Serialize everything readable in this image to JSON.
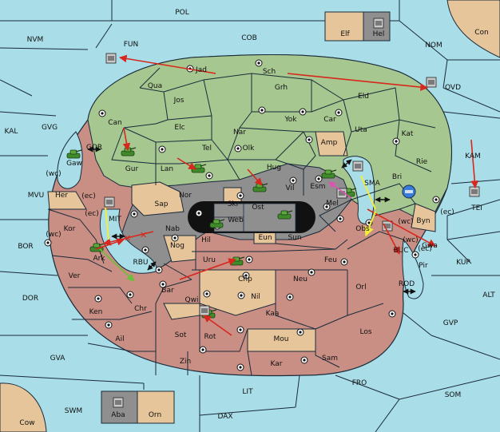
{
  "colors": {
    "water": "#a9dde8",
    "green": "#a7c790",
    "tan": "#e7c59a",
    "rose": "#c98f84",
    "grey": "#8f8f8f",
    "border": "#1a2a3a",
    "arrow": "#d8271c"
  },
  "territories": {
    "pol": "POL",
    "cob": "COB",
    "nom": "NOM",
    "nvm": "NVM",
    "fun": "FUN",
    "con": "Con",
    "elf": "Elf",
    "hel": "Hel",
    "jad": "Jad",
    "sch": "Sch",
    "ovd": "OVD",
    "qua": "Qua",
    "grh": "Grh",
    "jos": "Jos",
    "eld": "Eld",
    "can": "Can",
    "yok": "Yok",
    "car": "Car",
    "uta": "Uta",
    "kal": "KAL",
    "gvg": "GVG",
    "elc": "Elc",
    "nar": "Nar",
    "kat": "Kat",
    "gor": "GOR",
    "olk": "Olk",
    "amp": "Amp",
    "tel": "Tel",
    "gur": "Gur",
    "kam": "KAM",
    "rie": "Rie",
    "gaw": "Gaw",
    "lan": "Lan",
    "hug": "Hug",
    "bri": "Bri",
    "sma": "SMA",
    "esm": "Esm",
    "vil": "Vil",
    "mvu": "MVU",
    "her": "Her",
    "nor": "Nor",
    "skr": "Skr",
    "tei": "TEI",
    "sap": "Sap",
    "ost": "Ost",
    "mel": "Mel",
    "web": "Web",
    "mit": "MIT",
    "byn": "Byn",
    "kor": "Kor",
    "nab": "Nab",
    "obs": "Obs",
    "eun": "Eun",
    "sun": "Sun",
    "hil": "Hil",
    "bor": "BOR",
    "nog": "Nog",
    "buc": "BUC",
    "gwa": "Gwa",
    "ark": "Ark",
    "kup": "KUP",
    "uru": "Uru",
    "feu": "Feu",
    "rbu": "RBU",
    "pir": "Pir",
    "ver": "Ver",
    "chp": "Chp",
    "neu": "Neu",
    "orl": "Orl",
    "bar": "Bar",
    "rod": "ROD",
    "dor": "DOR",
    "chr": "Chr",
    "qwi": "Qwi",
    "nil": "Nil",
    "alt": "ALT",
    "ken": "Ken",
    "kaa": "Kaa",
    "gvp": "GVP",
    "los": "Los",
    "sot": "Sot",
    "ail": "Ail",
    "rot": "Rot",
    "mou": "Mou",
    "gva": "GVA",
    "zin": "Zin",
    "kar": "Kar",
    "sam": "Sam",
    "fro": "FRO",
    "lit": "LIT",
    "som": "SOM",
    "aba": "Aba",
    "orn": "Orn",
    "swm": "SWM",
    "dax": "DAX",
    "cow": "Cow"
  },
  "coast_labels": [
    "(wc)",
    "(ec)",
    "(ec)",
    "(wc)",
    "(wc)",
    "(ec)",
    "(wc)",
    "(ec)"
  ]
}
